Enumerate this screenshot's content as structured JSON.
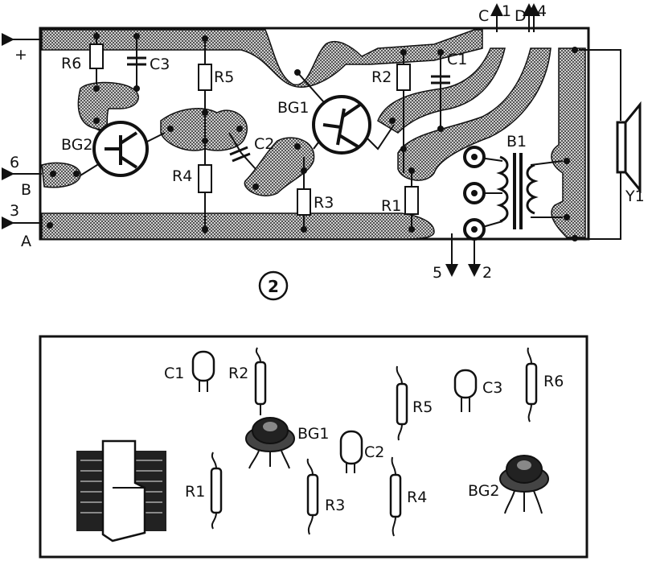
{
  "figure": {
    "number": "2",
    "power": {
      "plus": "+"
    },
    "terminals": {
      "t6": "6",
      "tB": "B",
      "t3": "3",
      "tA": "A",
      "tC": "C",
      "t1": "1",
      "tD": "D",
      "t4": "4",
      "t5": "5",
      "t2": "2"
    },
    "pcb": {
      "R6": "R6",
      "C3": "C3",
      "R5": "R5",
      "BG2": "BG2",
      "R4": "R4",
      "C2": "C2",
      "BG1": "BG1",
      "R2": "R2",
      "C1": "C1",
      "R3": "R3",
      "R1": "R1",
      "B1": "B1",
      "Y1": "Y1"
    },
    "layout": {
      "C1": "C1",
      "R2": "R2",
      "R5": "R5",
      "C3": "C3",
      "R6": "R6",
      "BG1": "BG1",
      "C2": "C2",
      "R1": "R1",
      "R3": "R3",
      "R4": "R4",
      "BG2": "BG2"
    },
    "colors": {
      "ink": "#111111",
      "copper": "#9a9a9a",
      "paper": "#ffffff"
    }
  }
}
